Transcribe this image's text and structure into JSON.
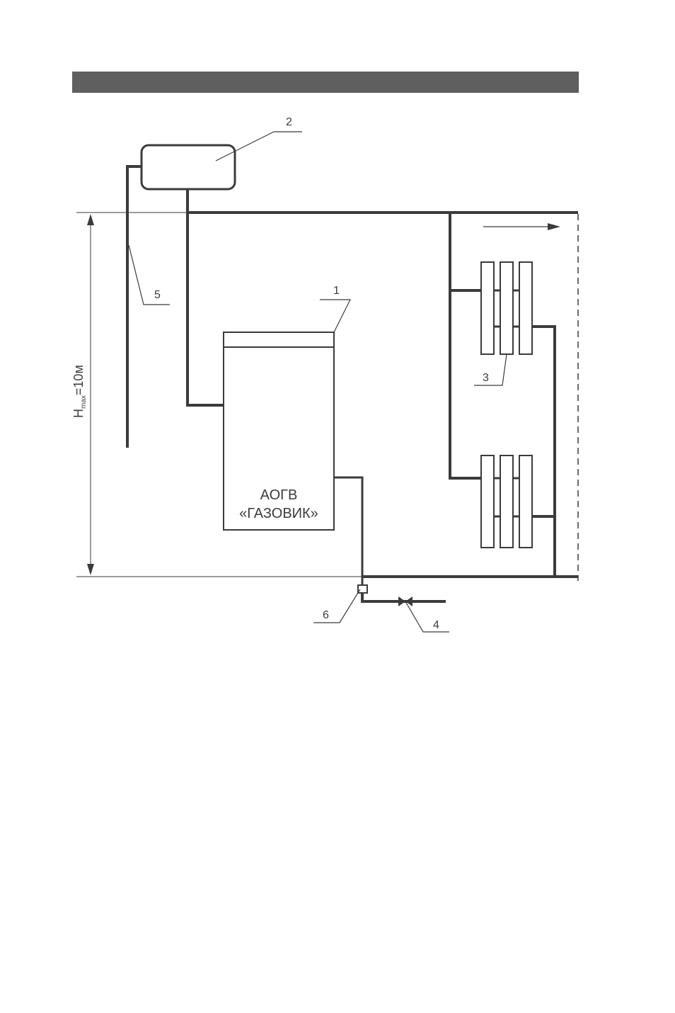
{
  "colors": {
    "header_bar": "#5f5f5f",
    "pipe": "#3b3b3b",
    "outline": "#3b3b3b"
  },
  "boiler": {
    "line1": "АОГВ",
    "line2": "«ГАЗОВИК»"
  },
  "dimension": {
    "symbol": "H",
    "subscript": "max",
    "value": "=10м"
  },
  "callouts": {
    "boiler": "1",
    "expansion_tank": "2",
    "radiators": "3",
    "valve": "4",
    "overflow_pipe": "5",
    "drain": "6"
  }
}
